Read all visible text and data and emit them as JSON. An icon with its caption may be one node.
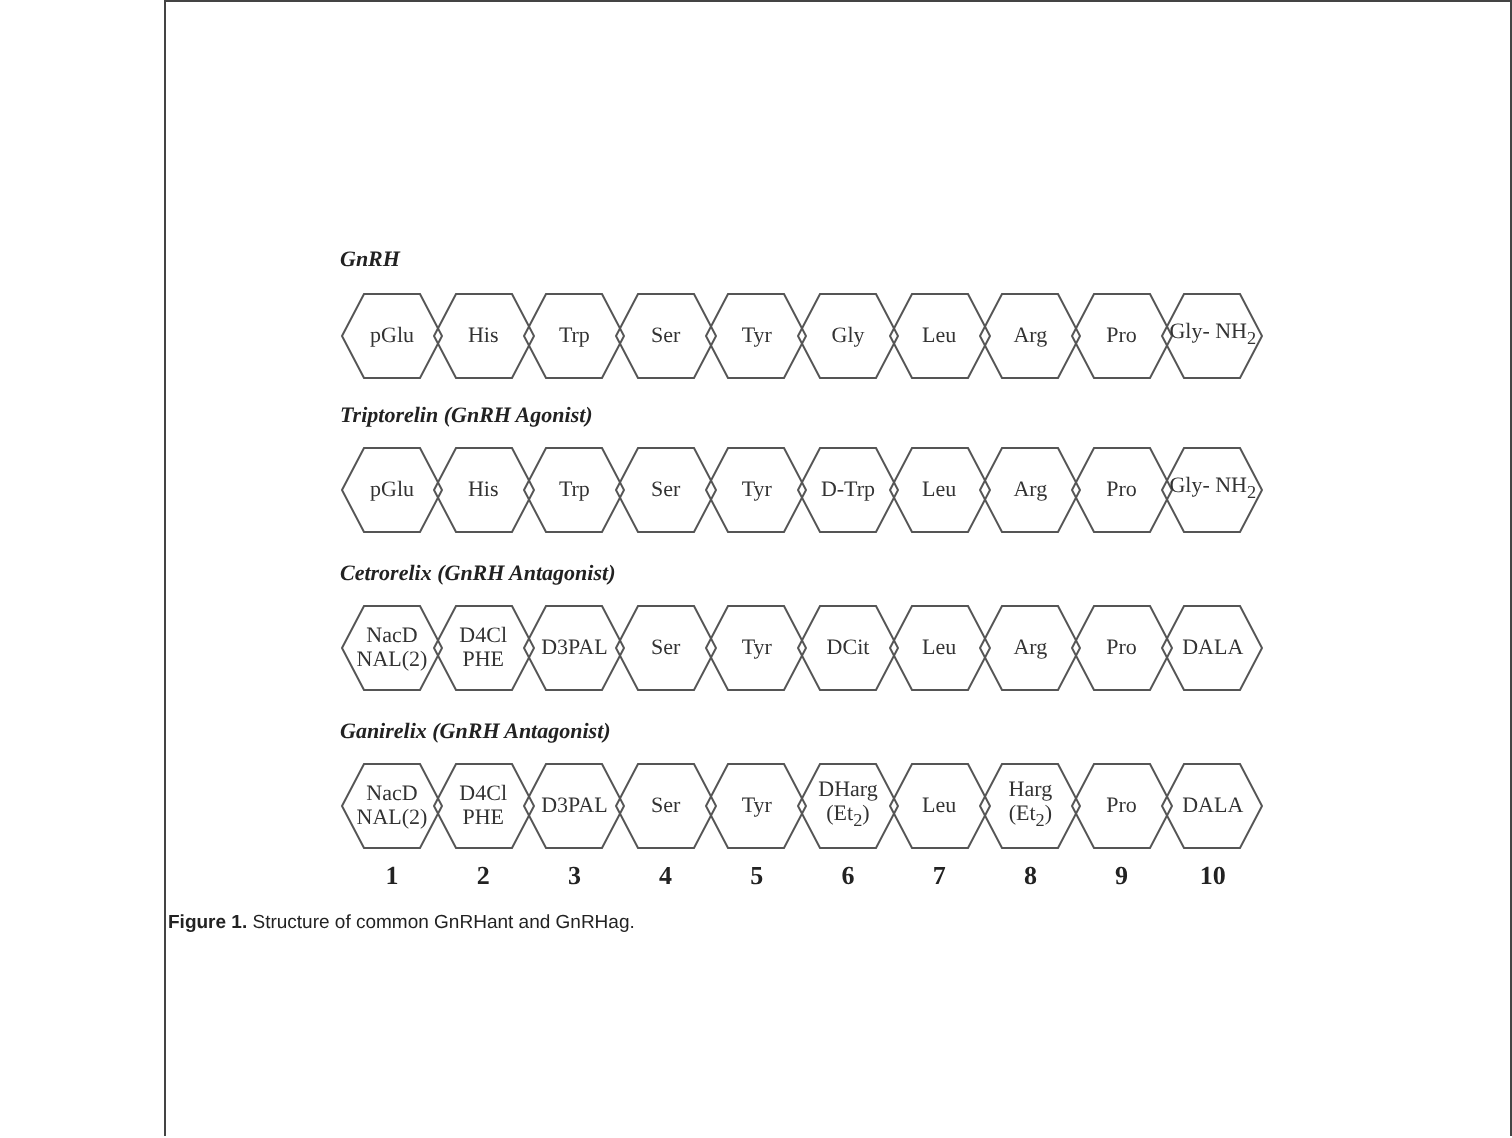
{
  "diagram": {
    "caption": "**Figure 1.** Structure of common GnRHant and GnRHag.",
    "nodes": [
      {
        "text": [
          "pGlu"
        ]
      },
      {
        "text": [
          "His"
        ]
      },
      {
        "text": [
          "Trp"
        ]
      },
      {
        "text": [
          "Ser"
        ]
      },
      {
        "text": [
          "Tyr"
        ]
      },
      {
        "text": [
          "Gly"
        ]
      },
      {
        "text": [
          "Leu"
        ]
      },
      {
        "text": [
          "Arg"
        ]
      },
      {
        "text": [
          "Pro"
        ]
      },
      {
        "text": [
          "Gly- NH$_{2}$"
        ]
      },
      {
        "text": [
          "pGlu"
        ]
      },
      {
        "text": [
          "His"
        ]
      },
      {
        "text": [
          "Trp"
        ]
      },
      {
        "text": [
          "Ser"
        ]
      },
      {
        "text": [
          "Tyr"
        ]
      },
      {
        "text": [
          "D-Trp"
        ]
      },
      {
        "text": [
          "Leu"
        ]
      },
      {
        "text": [
          "Arg"
        ]
      },
      {
        "text": [
          "Pro"
        ]
      },
      {
        "text": [
          "Gly- NH$_{2}$"
        ]
      },
      {
        "text": [
          "NacD NAL(2)"
        ]
      },
      {
        "text": [
          "D4Cl PHE"
        ]
      },
      {
        "text": [
          "D3PAL"
        ]
      },
      {
        "text": [
          "Ser"
        ]
      },
      {
        "text": [
          "Tyr"
        ]
      },
      {
        "text": [
          "DCit"
        ]
      },
      {
        "text": [
          "Leu"
        ]
      },
      {
        "text": [
          "Arg"
        ]
      },
      {
        "text": [
          "Pro"
        ]
      },
      {
        "text": [
          "DALA"
        ]
      },
      {
        "text": [
          "NacD NAL(2)"
        ]
      },
      {
        "text": [
          "D4Cl PHE"
        ]
      },
      {
        "text": [
          "D3PAL"
        ]
      },
      {
        "text": [
          "Ser"
        ]
      },
      {
        "text": [
          "Tyr"
        ]
      },
      {
        "text": [
          "DHarg (Et$_{2}$)"
        ]
      },
      {
        "text": [
          "Leu"
        ]
      },
      {
        "text": [
          "Harg (Et$_{2}$)"
        ]
      },
      {
        "text": [
          "Pro"
        ]
      },
      {
        "text": [
          "DALA"
        ]
      }
    ],
    "labels": [
      "GnRH",
      "Triptorelin (GnRH Agonist)",
      "Cetrorelix (GnRH Antagonist)",
      "Ganirelix (GnRH Antagonist)",
      "1",
      "2",
      "3",
      "4",
      "5",
      "6",
      "7",
      "8",
      "9",
      "10"
    ]
  }
}
